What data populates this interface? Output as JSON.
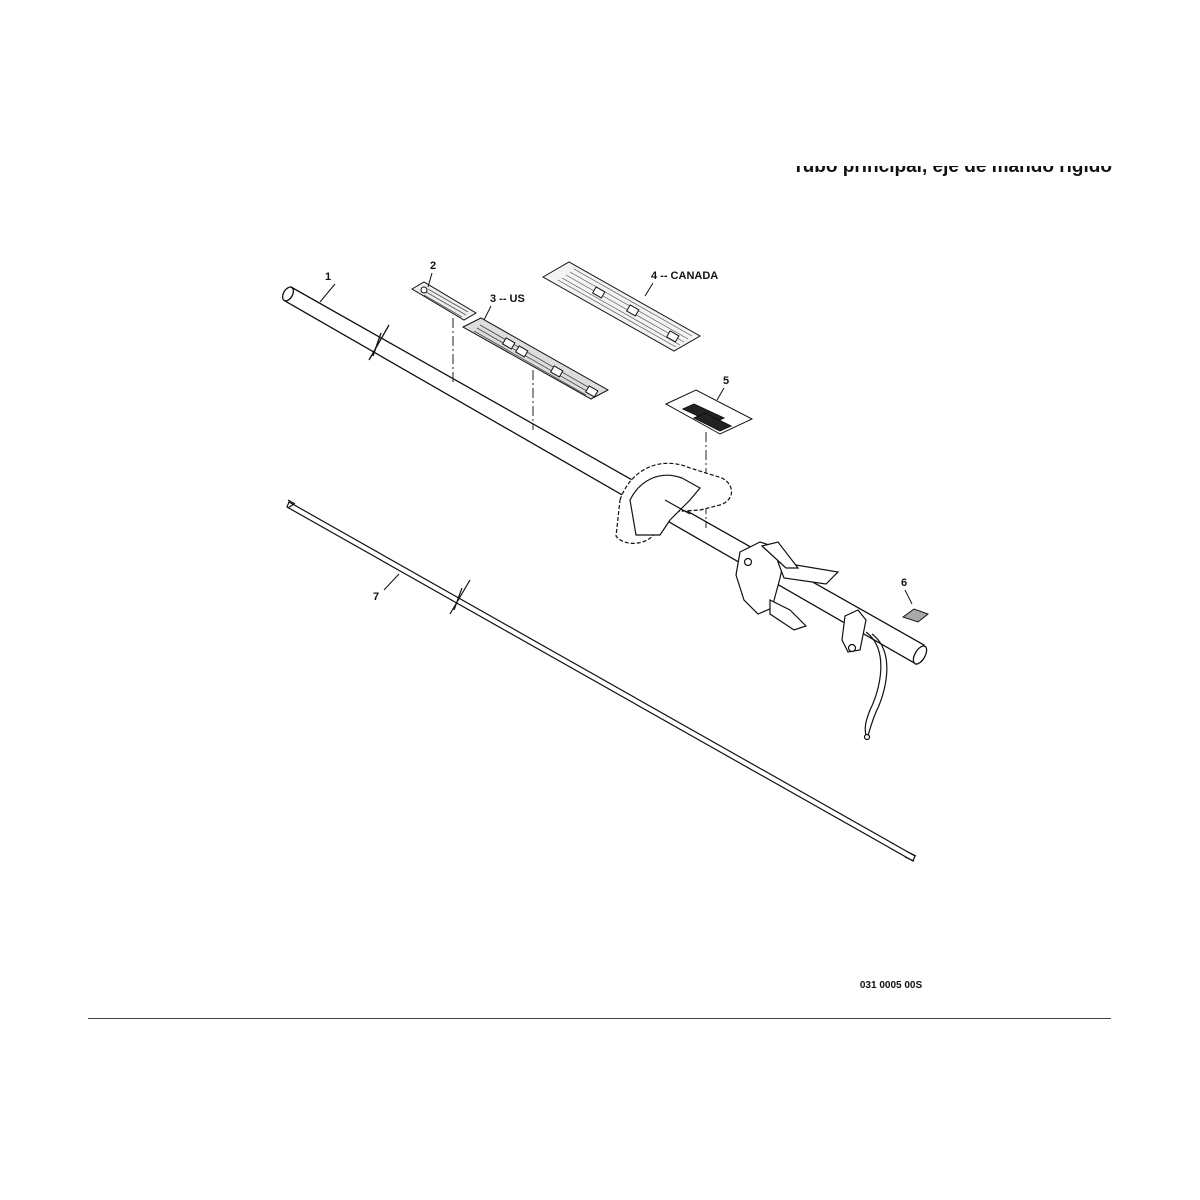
{
  "title": "Tubo principal, eje de mando rígido",
  "drawing_number": "031 0005 00S",
  "callouts": [
    {
      "id": "1",
      "label": "1"
    },
    {
      "id": "2",
      "label": "2"
    },
    {
      "id": "3",
      "label": "3 -- US"
    },
    {
      "id": "4",
      "label": "4 -- CANADA"
    },
    {
      "id": "5",
      "label": "5"
    },
    {
      "id": "6",
      "label": "6"
    },
    {
      "id": "7",
      "label": "7"
    }
  ],
  "parts": {
    "main_tube": "main-tube",
    "drive_shaft": "drive-shaft",
    "decal_2": "warning-decal",
    "decal_us": "us-decal",
    "decal_canada": "canada-decal",
    "decal_logo": "logo-decal",
    "decal_small": "small-decal",
    "handle": "front-handle",
    "throttle": "throttle-grip"
  }
}
